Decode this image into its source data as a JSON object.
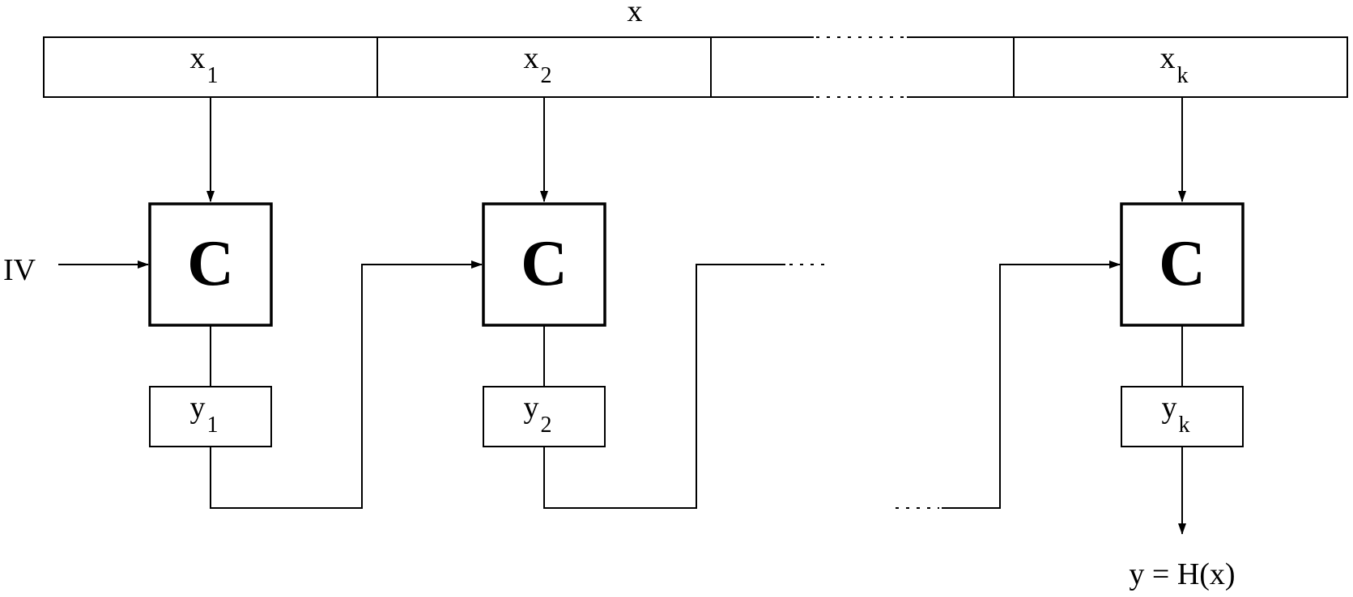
{
  "message": {
    "label": "x",
    "blocks": [
      {
        "base": "x",
        "sub": "1"
      },
      {
        "base": "x",
        "sub": "2"
      },
      {
        "base": "",
        "sub": ""
      },
      {
        "base": "x",
        "sub": "k"
      }
    ]
  },
  "iv_label": "IV",
  "compression": [
    {
      "label": "C"
    },
    {
      "label": "C"
    },
    {
      "label": "C"
    }
  ],
  "outputs": [
    {
      "base": "y",
      "sub": "1"
    },
    {
      "base": "y",
      "sub": "2"
    },
    {
      "base": "y",
      "sub": "k"
    }
  ],
  "result": "y = H(x)"
}
